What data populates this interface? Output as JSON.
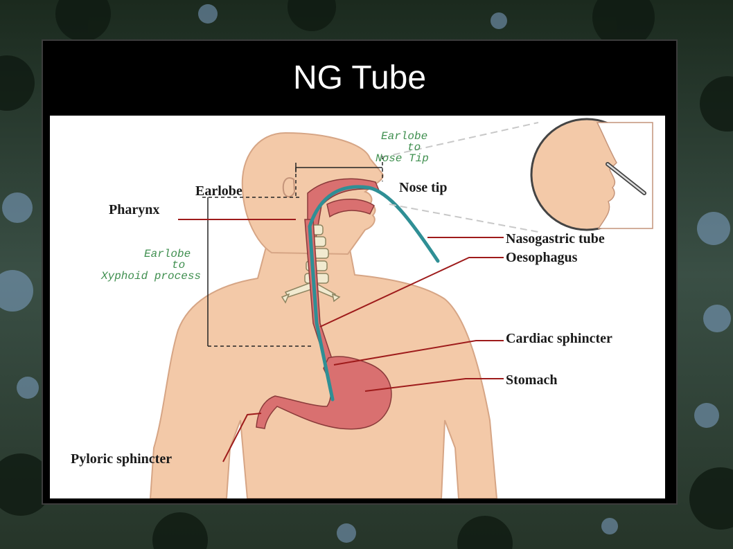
{
  "slide": {
    "title": "NG Tube"
  },
  "diagram": {
    "labels": {
      "earlobe": "Earlobe",
      "pharynx": "Pharynx",
      "nose_tip": "Nose tip",
      "nasogastric_tube": "Nasogastric tube",
      "oesophagus": "Oesophagus",
      "cardiac_sphincter": "Cardiac sphincter",
      "stomach": "Stomach",
      "pyloric_sphincter": "Pyloric sphincter"
    },
    "measurements": {
      "earlobe_to_nose": [
        "Earlobe",
        "to",
        "Nose Tip"
      ],
      "earlobe_to_xyphoid": [
        "Earlobe",
        "to",
        "Xyphoid process"
      ]
    }
  },
  "colors": {
    "skin": "#f3c9a8",
    "skin_outline": "#d6a585",
    "organ": "#d97070",
    "organ_outline": "#8a3a3a",
    "tube": "#2f8f95",
    "leader_line": "#9e1b1b",
    "measure_text": "#3f8f4f",
    "slide_bg": "#000000"
  }
}
